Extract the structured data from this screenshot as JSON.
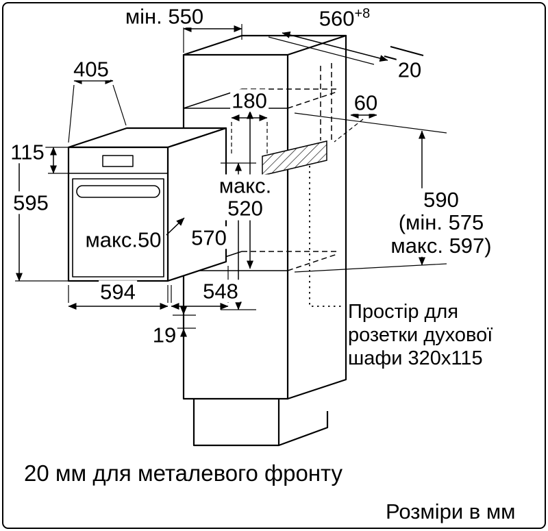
{
  "diagram": {
    "dimensions": {
      "min550": "мін. 550",
      "w560": "560",
      "w560_tol": "+8",
      "gap20": "20",
      "d405": "405",
      "d115": "115",
      "d595": "595",
      "d180": "180",
      "d60": "60",
      "max520_line1": "макс.",
      "max520_line2": "520",
      "d570": "570",
      "max50": "макс.50",
      "d594": "594",
      "d548": "548",
      "d19": "19",
      "h590": "590",
      "h590_min": "(мін. 575",
      "h590_max": "макс. 597)"
    },
    "notes": {
      "socket_line1": "Простір для",
      "socket_line2": "розетки духової",
      "socket_line3": "шафи 320x115",
      "metal_front": "20 мм для металевого фронту",
      "units": "Розміри в мм"
    },
    "colors": {
      "line": "#000000",
      "background": "#ffffff"
    }
  }
}
